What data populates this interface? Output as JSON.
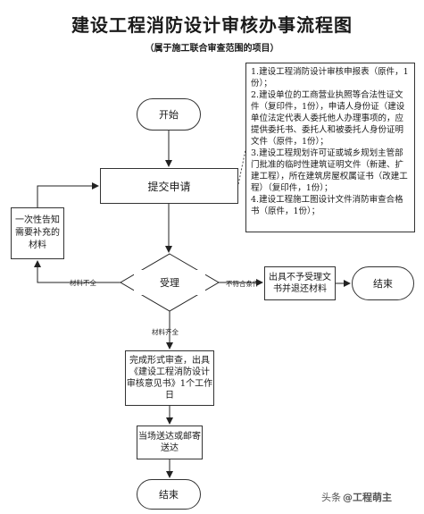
{
  "title": "建设工程消防设计审核办事流程图",
  "subtitle": "（属于施工联合审查范围的项目）",
  "materials": [
    "1.建设工程消防设计审核申报表（原件，1份）；",
    "2.建设单位的工商营业执照等合法性证文件（复印件，1份），申请人身份证（建设单位法定代表人委托他人办理事项的，应提供委托书、委托人和被委托人身份证明文件（原件，1份）；",
    "3.建设工程规划许可证或城乡规划主管部门批准的临时性建筑证明文件（新建、扩建工程），所在建筑房屋权属证书（改建工程）（复印件，1份）；",
    "4.建设工程施工图设计文件消防审查合格书（原件，1份）；"
  ],
  "nodes": {
    "start": "开始",
    "submit": "提交申请",
    "notify": "一次性告知需要补充的材料",
    "accept": "受理",
    "reject": "出具不予受理文书并退还材料",
    "end1": "结束",
    "review": "完成形式审查，出具《建设工程消防设计审核意见书》1个工作日",
    "deliver": "当场送达或邮寄送达",
    "end2": "结束"
  },
  "labels": {
    "incomplete": "材料不全",
    "not_ok": "不符合条件",
    "complete": "材料齐全"
  },
  "watermark": {
    "platform": "头条",
    "author": "@工程萌主"
  }
}
